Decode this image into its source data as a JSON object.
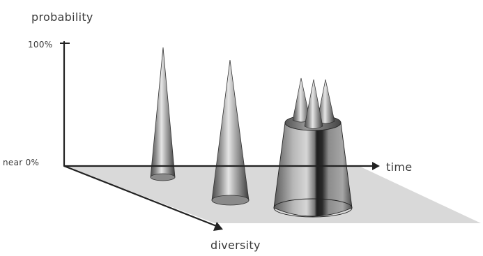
{
  "axes": {
    "vertical_label": "probability",
    "horizontal_label": "time",
    "depth_label": "diversity"
  },
  "ticks": {
    "top": "100%",
    "bottom": "near 0%"
  },
  "colors": {
    "plane": "#d9d9d9",
    "axis": "#222222",
    "cone_dark": "#3c3c3c",
    "cone_mid": "#9a9a9a",
    "cone_light": "#e4e4e4"
  }
}
